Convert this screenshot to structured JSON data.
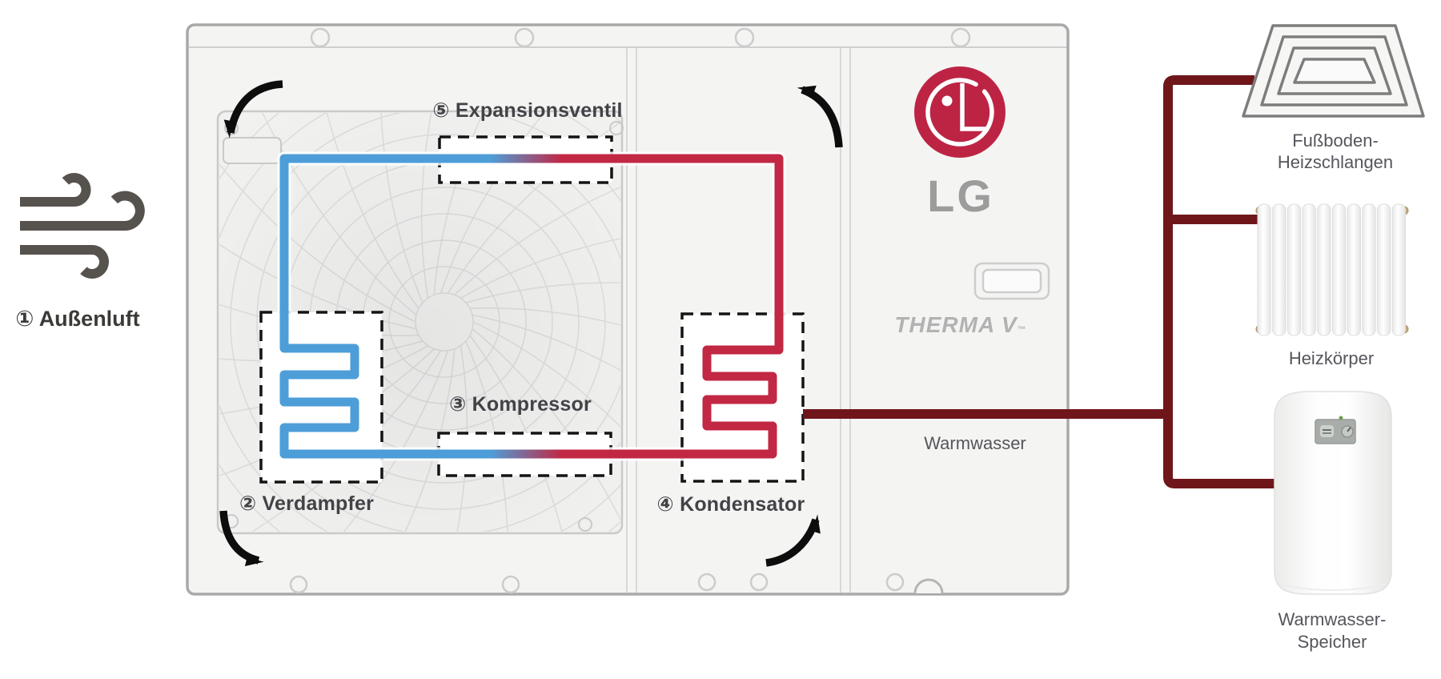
{
  "diagram": {
    "type": "heat-pump-refrigeration-cycle-schematic",
    "brand": {
      "lg_text": "LG",
      "product_text": "THERMA V",
      "trademark": "™"
    },
    "labels": {
      "outside_air": "① Außenluft",
      "evaporator": "② Verdampfer",
      "compressor": "③ Kompressor",
      "condenser": "④ Kondensator",
      "expansion_valve": "⑤ Expansionsventil",
      "hot_water": "Warmwasser",
      "floor_heating_1": "Fußboden-",
      "floor_heating_2": "Heizschlangen",
      "radiator": "Heizkörper",
      "tank_1": "Warmwasser-",
      "tank_2": "Speicher"
    },
    "colors": {
      "cold_pipe": "#4d9ed8",
      "hot_pipe": "#c22743",
      "water_pipe": "#6f161b",
      "lg_logo_red": "#bd2444",
      "brand_gray": "#9c9c9c",
      "therma_gray": "#b2b2b3",
      "label": "#434247",
      "label_dark": "#3c3a37",
      "label_soft": "#55565c",
      "arrow_black": "#0d0d0d",
      "unit_fill": "#f4f4f3",
      "unit_border": "#a9a9a9",
      "fan_pattern": "#dcdcdc"
    }
  }
}
